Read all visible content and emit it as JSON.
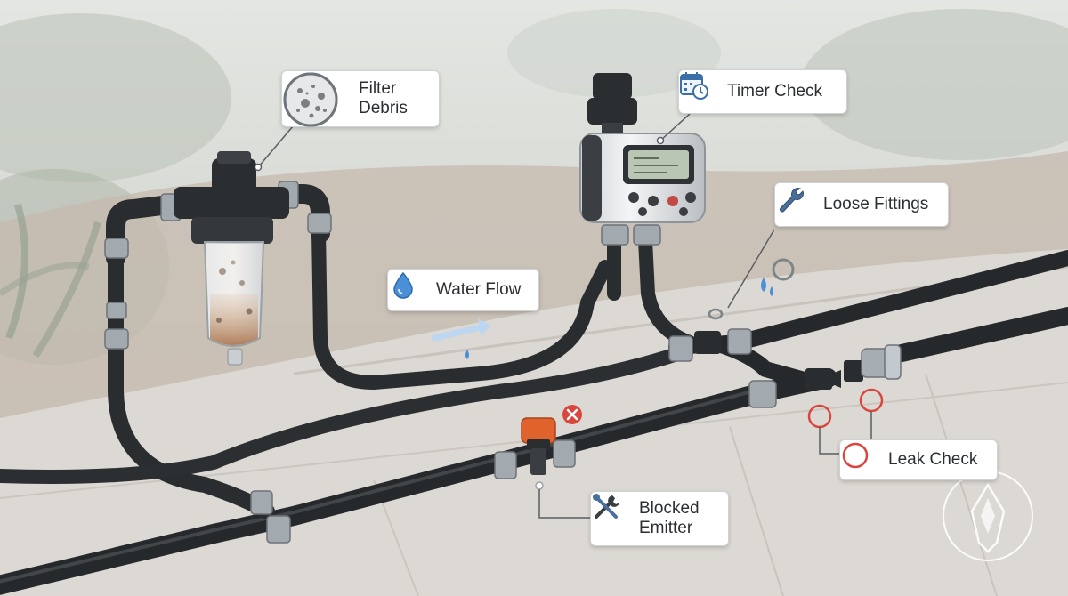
{
  "callouts": {
    "filter": {
      "label": "Filter\nDebris",
      "icon": "debris-magnifier-icon"
    },
    "timer": {
      "label": "Timer Check",
      "icon": "calendar-clock-icon"
    },
    "loose": {
      "label": "Loose Fittings",
      "icon": "wrench-icon"
    },
    "water": {
      "label": "Water Flow",
      "icon": "water-drop-icon"
    },
    "leak": {
      "label": "Leak Check",
      "icon": "red-circle-icon"
    },
    "blocked": {
      "label": "Blocked\nEmitter",
      "icon": "tools-icon"
    }
  },
  "colors": {
    "tubing": "#2b2e31",
    "fitting": "#9aa1a6",
    "leak_marker": "#d9463e",
    "emitter": "#e0622c",
    "water": "#4a90d9",
    "pavement": "#d8d4cf",
    "callout_bg": "#ffffff"
  }
}
